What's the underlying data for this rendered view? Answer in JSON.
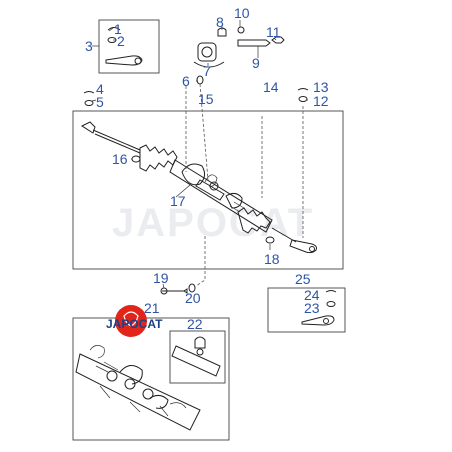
{
  "watermark": "JAPOCAT",
  "logo": {
    "brand": "JAPOCAT",
    "color": "#e1251b"
  },
  "callouts": [
    "1",
    "2",
    "3",
    "4",
    "5",
    "6",
    "7",
    "8",
    "9",
    "10",
    "11",
    "12",
    "13",
    "14",
    "15",
    "16",
    "17",
    "18",
    "19",
    "20",
    "21",
    "22",
    "23",
    "24",
    "25"
  ],
  "colors": {
    "label": "#2f55a4",
    "logo_red": "#e1251b"
  }
}
